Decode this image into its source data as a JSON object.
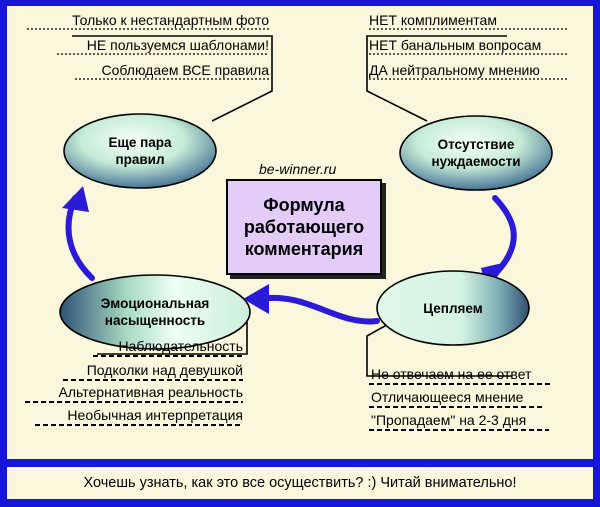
{
  "center": {
    "title_lines": [
      "Формула",
      "работающего",
      "комментария"
    ],
    "site": "be-winner.ru"
  },
  "nodes": {
    "top_left": {
      "label_lines": [
        "Еще пара",
        "правил"
      ]
    },
    "top_right": {
      "label_lines": [
        "Отсутствие",
        "нуждаемости"
      ]
    },
    "bottom_right": {
      "label_lines": [
        "Цепляем"
      ]
    },
    "bottom_left": {
      "label_lines": [
        "Эмоциональная",
        "насыщенность"
      ]
    }
  },
  "notes": {
    "top_left": [
      "Только к нестандартным фото",
      "НЕ пользуемся шаблонами!",
      "Соблюдаем ВСЕ правила"
    ],
    "top_right": [
      "НЕТ комплиментам",
      "НЕТ банальным вопросам",
      "ДА нейтральному мнению"
    ],
    "bottom_left": [
      "Наблюдательность",
      "Подколки над девушкой",
      "Альтернативная реальность",
      "Необычная интерпретация"
    ],
    "bottom_right": [
      "Не отвечаем на ее ответ",
      "Отличающееся мнение",
      "\"Пропадаем\" на 2-3 дня"
    ]
  },
  "footer": {
    "text": "Хочешь узнать, как это все осуществить? :) Читай внимательно!"
  },
  "colors": {
    "frame": "#1616d8",
    "background": "#fbf7dc",
    "arrow": "#2a1bd8",
    "box": "#e3ccf7",
    "node_dark": "#2f4e6e",
    "node_light": "#e9fff0"
  }
}
